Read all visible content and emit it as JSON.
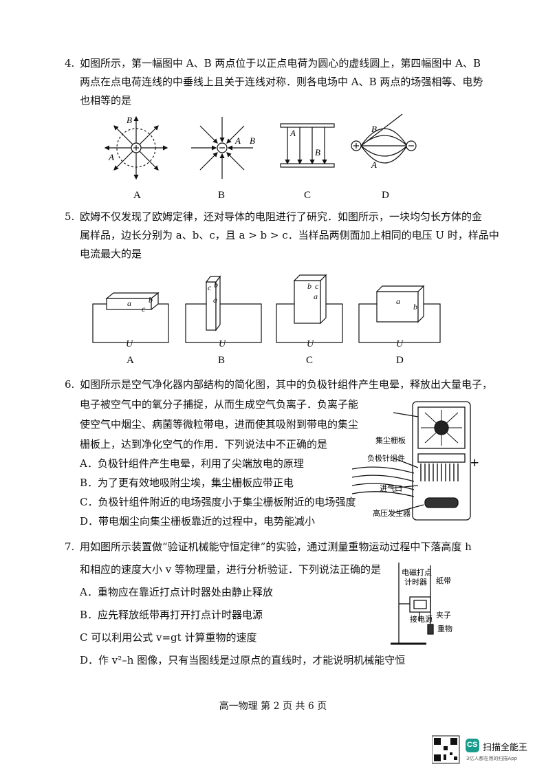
{
  "q4": {
    "num": "4.",
    "line1": "如图所示，第一幅图中 A、B 两点位于以正点电荷为圆心的虚线圆上，第四幅图中 A、B",
    "line2": "两点在点电荷连线的中垂线上且关于连线对称．则各电场中 A、B 两点的场强相等、电势",
    "line3": "也相等的是",
    "options": [
      "A",
      "B",
      "C",
      "D"
    ]
  },
  "q5": {
    "num": "5.",
    "line1": "欧姆不仅发现了欧姆定律，还对导体的电阻进行了研究．如图所示，一块均匀长方体的金",
    "line2": "属样品，边长分别为 a、b、c，且 a > b > c．当样品两侧面加上相同的电压 U 时，样品中",
    "line3": "电流最大的是",
    "voltage": "U",
    "options": [
      "A",
      "B",
      "C",
      "D"
    ]
  },
  "q6": {
    "num": "6.",
    "line1": "如图所示是空气净化器内部结构的简化图，其中的负极针组件产生电晕，释放出大量电子，",
    "line2": "电子被空气中的氧分子捕捉，从而生成空气负离子．负离子能",
    "line3": "使空气中烟尘、病菌等微粒带电，进而使其吸附到带电的集尘",
    "line4": "栅板上，达到净化空气的作用．下列说法中不正确的是",
    "opts": [
      "A．负极针组件产生电晕，利用了尖端放电的原理",
      "B．为了更有效地吸附尘埃，集尘栅板应带正电",
      "C．负极针组件附近的电场强度小于集尘栅板附近的电场强度",
      "D．带电烟尘向集尘栅板靠近的过程中，电势能减小"
    ],
    "fig_labels": [
      "集尘栅板",
      "负极针组件",
      "进气口",
      "高压发生器"
    ],
    "plus": "+"
  },
  "q7": {
    "num": "7.",
    "line1": "用如图所示装置做“验证机械能守恒定律”的实验，通过测量重物运动过程中下落高度 h",
    "line2": "和相应的速度大小 v 等物理量，进行分析验证．下列说法正确的是",
    "opts": [
      "A．重物应在靠近打点计时器处由静止释放",
      "B．应先释放纸带再打开打点计时器电源",
      "C  可以利用公式 v=gt 计算重物的速度",
      "D．作 v²–h 图像，只有当图线是过原点的直线时，才能说明机械能守恒"
    ],
    "fig_labels": [
      "电磁打点",
      "计时器",
      "纸带",
      "接电源",
      "夹子",
      "重物"
    ]
  },
  "footer": "高一物理 第 2 页  共 6 页",
  "badge": {
    "logo": "CS",
    "title": "扫描全能王",
    "sub": "3亿人都在用的扫描App"
  }
}
